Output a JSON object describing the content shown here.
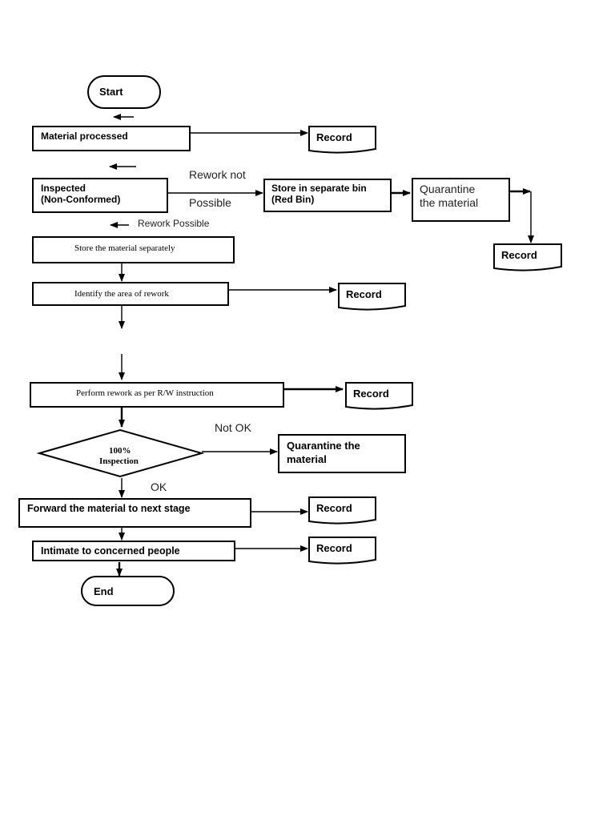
{
  "diagram": {
    "start": "Start",
    "material_processed": "Material processed",
    "inspected_line1": "Inspected",
    "inspected_line2": "(Non-Conformed)",
    "rework_not_line1": "Rework not",
    "rework_not_line2": "Possible",
    "store_bin_line1": "Store in separate bin",
    "store_bin_line2": "(Red Bin)",
    "quarantine_line1": "Quarantine",
    "quarantine_line2": "the material",
    "rework_possible": "Rework Possible",
    "store_separately": "Store the material separately",
    "identify_rework": "Identify the area of rework",
    "perform_rework": "Perform rework as per R/W instruction",
    "not_ok": "Not OK",
    "inspection_line1": "100%",
    "inspection_line2": "Inspection",
    "quarantine2_line1": "Quarantine the",
    "quarantine2_line2": "material",
    "ok": "OK",
    "forward": "Forward the material to next stage",
    "intimate": "Intimate to concerned people",
    "end": "End",
    "record": "Record"
  }
}
